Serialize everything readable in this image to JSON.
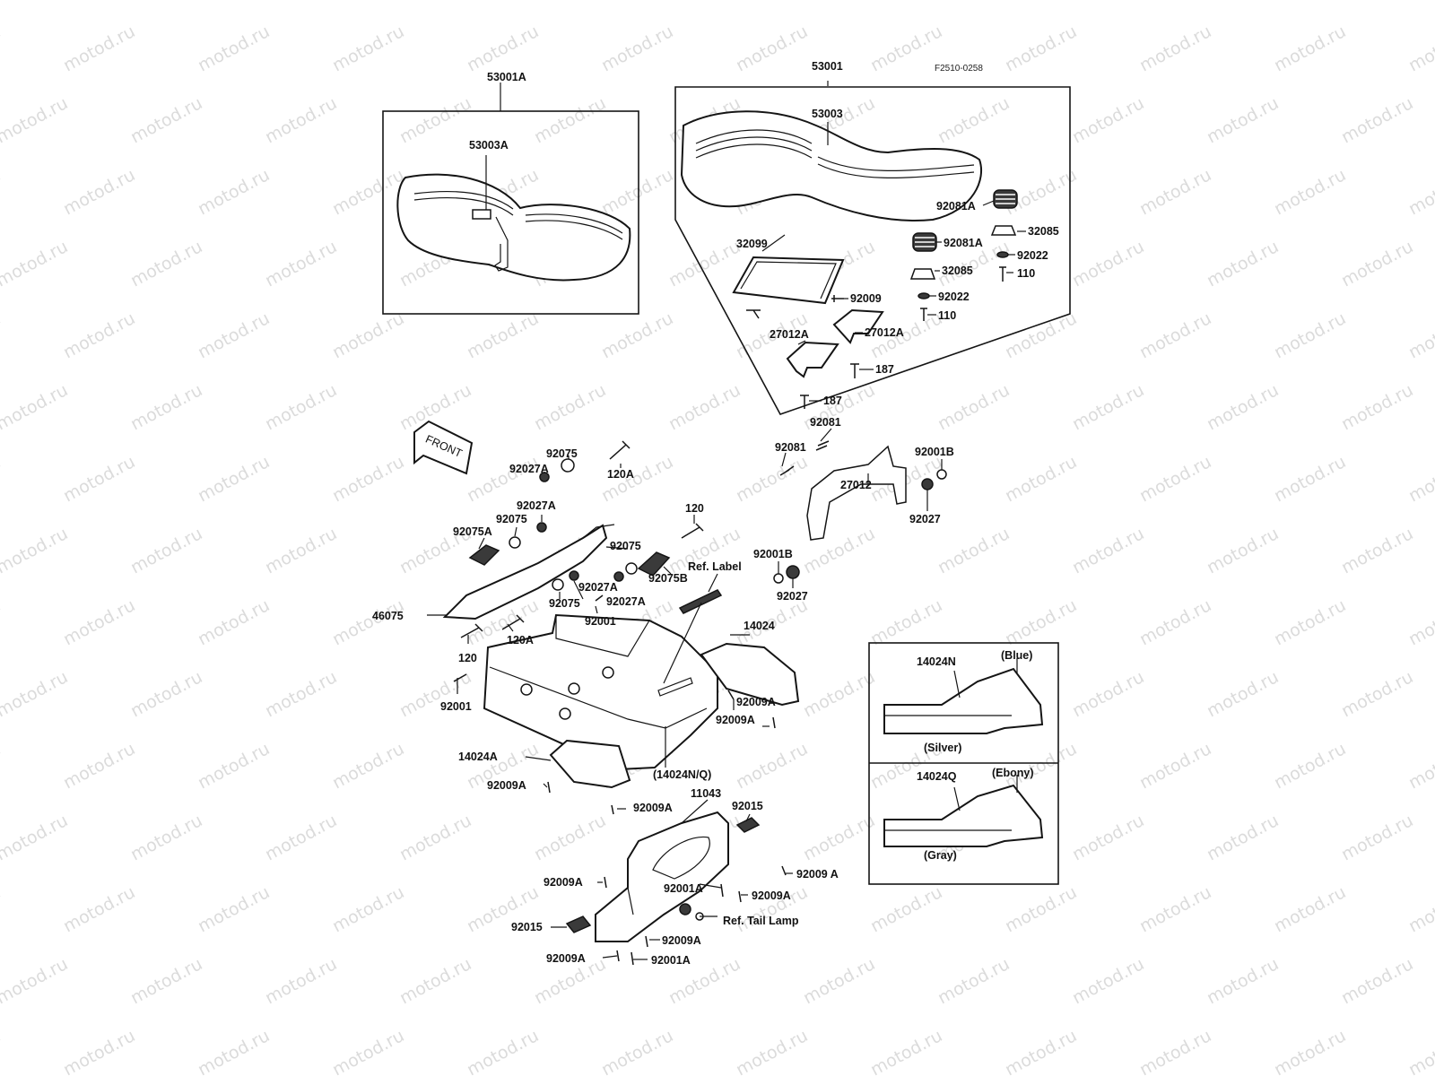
{
  "drawing_code": "F2510-0258",
  "watermark": "motod.ru",
  "front_label": "FRONT",
  "parts": [
    {
      "id": "p-53001A",
      "label": "53001A"
    },
    {
      "id": "p-53003A",
      "label": "53003A"
    },
    {
      "id": "p-53001",
      "label": "53001"
    },
    {
      "id": "p-53003",
      "label": "53003"
    },
    {
      "id": "p-92081A-1",
      "label": "92081A"
    },
    {
      "id": "p-32085-1",
      "label": "32085"
    },
    {
      "id": "p-92081A-2",
      "label": "92081A"
    },
    {
      "id": "p-92022-1",
      "label": "92022"
    },
    {
      "id": "p-110-1",
      "label": "110"
    },
    {
      "id": "p-32099",
      "label": "32099"
    },
    {
      "id": "p-32085-2",
      "label": "32085"
    },
    {
      "id": "p-92009-1",
      "label": "92009"
    },
    {
      "id": "p-92022-2",
      "label": "92022"
    },
    {
      "id": "p-110-2",
      "label": "110"
    },
    {
      "id": "p-27012A-1",
      "label": "27012A"
    },
    {
      "id": "p-27012A-2",
      "label": "27012A"
    },
    {
      "id": "p-187-1",
      "label": "187"
    },
    {
      "id": "p-187-2",
      "label": "187"
    },
    {
      "id": "p-92081-1",
      "label": "92081"
    },
    {
      "id": "p-92081-2",
      "label": "92081"
    },
    {
      "id": "p-92001B-1",
      "label": "92001B"
    },
    {
      "id": "p-27012",
      "label": "27012"
    },
    {
      "id": "p-92027-1",
      "label": "92027"
    },
    {
      "id": "p-92001B-2",
      "label": "92001B"
    },
    {
      "id": "p-92027-2",
      "label": "92027"
    },
    {
      "id": "p-92075-1",
      "label": "92075"
    },
    {
      "id": "p-92027A-1",
      "label": "92027A"
    },
    {
      "id": "p-120A-1",
      "label": "120A"
    },
    {
      "id": "p-92027A-2",
      "label": "92027A"
    },
    {
      "id": "p-92075-2",
      "label": "92075"
    },
    {
      "id": "p-92075A",
      "label": "92075A"
    },
    {
      "id": "p-120-1",
      "label": "120"
    },
    {
      "id": "p-92075-3",
      "label": "92075"
    },
    {
      "id": "p-92075B",
      "label": "92075B"
    },
    {
      "id": "p-ref-label",
      "label": "Ref. Label"
    },
    {
      "id": "p-92027A-3",
      "label": "92027A"
    },
    {
      "id": "p-92075-4",
      "label": "92075"
    },
    {
      "id": "p-92027A-4",
      "label": "92027A"
    },
    {
      "id": "p-92001-1",
      "label": "92001"
    },
    {
      "id": "p-46075",
      "label": "46075"
    },
    {
      "id": "p-120A-2",
      "label": "120A"
    },
    {
      "id": "p-120-2",
      "label": "120"
    },
    {
      "id": "p-92001-2",
      "label": "92001"
    },
    {
      "id": "p-14024",
      "label": "14024"
    },
    {
      "id": "p-92009A-1",
      "label": "92009A"
    },
    {
      "id": "p-92009A-2",
      "label": "92009A"
    },
    {
      "id": "p-14024A",
      "label": "14024A"
    },
    {
      "id": "p-14024NQ",
      "label": "(14024N/Q)"
    },
    {
      "id": "p-92009A-3",
      "label": "92009A"
    },
    {
      "id": "p-11043",
      "label": "11043"
    },
    {
      "id": "p-92009A-4",
      "label": "92009A"
    },
    {
      "id": "p-92015-1",
      "label": "92015"
    },
    {
      "id": "p-92009A-5",
      "label": "92009A"
    },
    {
      "id": "p-92009A-6",
      "label": "92009 A"
    },
    {
      "id": "p-92001A-1",
      "label": "92001A"
    },
    {
      "id": "p-92009A-7",
      "label": "92009A"
    },
    {
      "id": "p-ref-tail-lamp",
      "label": "Ref. Tail Lamp"
    },
    {
      "id": "p-92015-2",
      "label": "92015"
    },
    {
      "id": "p-92009A-8",
      "label": "92009A"
    },
    {
      "id": "p-92009A-9",
      "label": "92009A"
    },
    {
      "id": "p-92001A-2",
      "label": "92001A"
    }
  ],
  "color_variants": [
    {
      "part": "14024N",
      "colors": [
        "(Blue)",
        "(Silver)"
      ]
    },
    {
      "part": "14024Q",
      "colors": [
        "(Ebony)",
        "(Gray)"
      ]
    }
  ]
}
